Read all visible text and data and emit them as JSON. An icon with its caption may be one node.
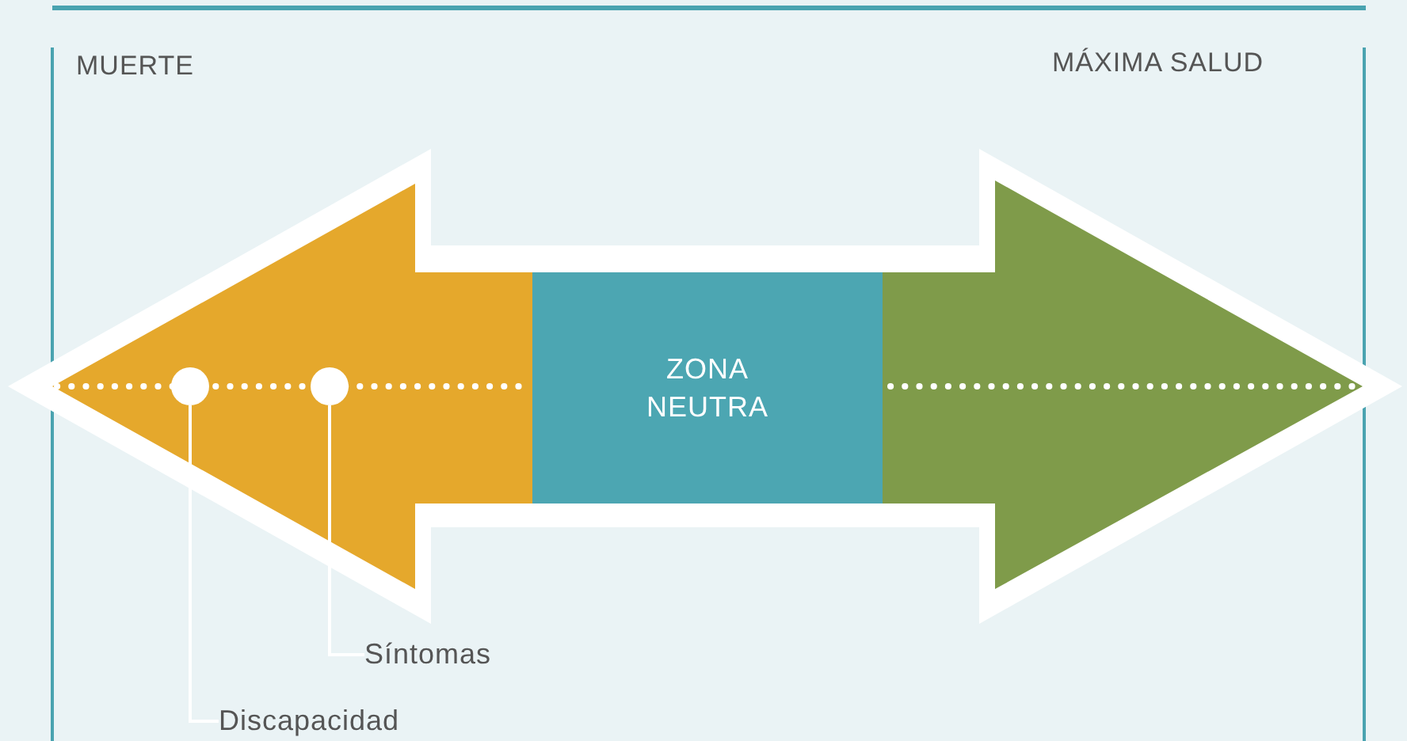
{
  "diagram": {
    "nodes": [
      {
        "text": [
          "ZONA NEUTRA"
        ]
      },
      {
        "text": [],
        "shape": "circle"
      },
      {
        "text": [],
        "shape": "circle"
      },
      {
        "text": [
          "Síntomas"
        ]
      },
      {
        "text": [
          "Discapacidad"
        ]
      }
    ],
    "edges": [
      {
        "from": 3,
        "to": 2,
        "arrow": "none"
      },
      {
        "from": 4,
        "to": 1,
        "arrow": "none"
      }
    ],
    "labels": [
      "MUERTE",
      "MÁXIMA SALUD"
    ]
  }
}
